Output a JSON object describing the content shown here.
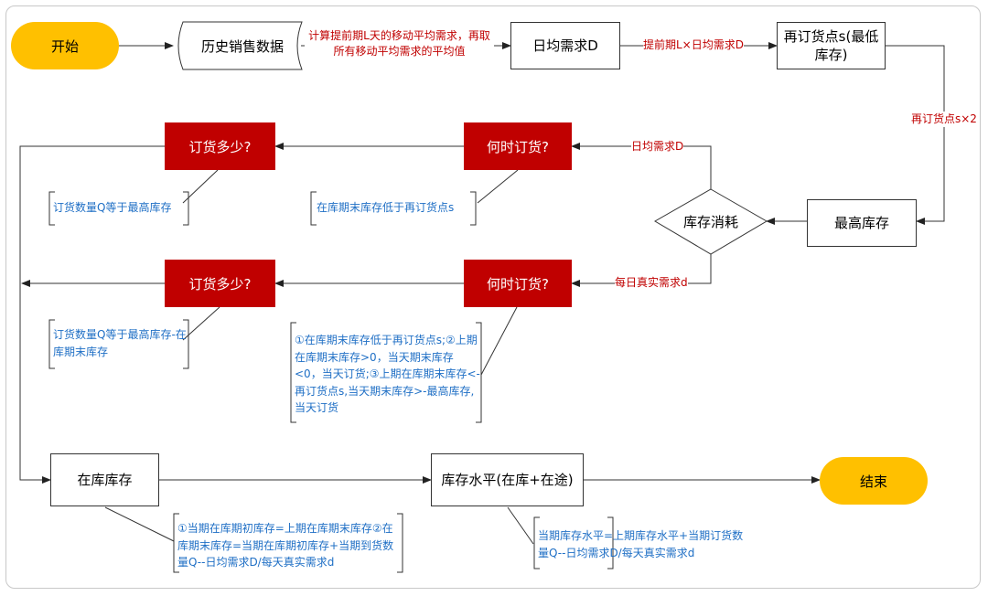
{
  "nodes": {
    "start": "开始",
    "history": "历史销售数据",
    "daily_demand": "日均需求D",
    "reorder_point": "再订货点s(最低库存)",
    "max_inventory": "最高库存",
    "consumption": "库存消耗",
    "when_order_1": "何时订货?",
    "how_much_1": "订货多少?",
    "when_order_2": "何时订货?",
    "how_much_2": "订货多少?",
    "on_hand": "在库库存",
    "inventory_level": "库存水平(在库+在途)",
    "end": "结束"
  },
  "edge_labels": {
    "history_to_daily": "计算提前期L天的移动平均需求，再取所有移动平均需求的平均值",
    "daily_to_reorder": "提前期L×日均需求D",
    "reorder_to_max": "再订货点s×2",
    "consumption_to_when1": "日均需求D",
    "consumption_to_when2": "每日真实需求d"
  },
  "notes": {
    "how_much_1": "订货数量Q等于最高库存",
    "when_order_1": "在库期末库存低于再订货点s",
    "how_much_2": "订货数量Q等于最高库存-在库期末库存",
    "when_order_2": "①在库期末库存低于再订货点s;②上期在库期末库存>0，当天期末库存<0，当天订货;③上期在库期末库存<-再订货点s,当天期末库存>-最高库存,当天订货",
    "on_hand": "①当期在库期初库存=上期在库期末库存②在库期末库存=当期在库期初库存+当期到货数量Q--日均需求D/每天真实需求d",
    "inventory_level": "当期库存水平=上期库存水平+当期订货数量Q--日均需求D/每天真实需求d"
  },
  "colors": {
    "accent": "#ffc000",
    "decision": "#c00000",
    "note_text": "#1f6fc5",
    "label_text": "#c00000"
  }
}
